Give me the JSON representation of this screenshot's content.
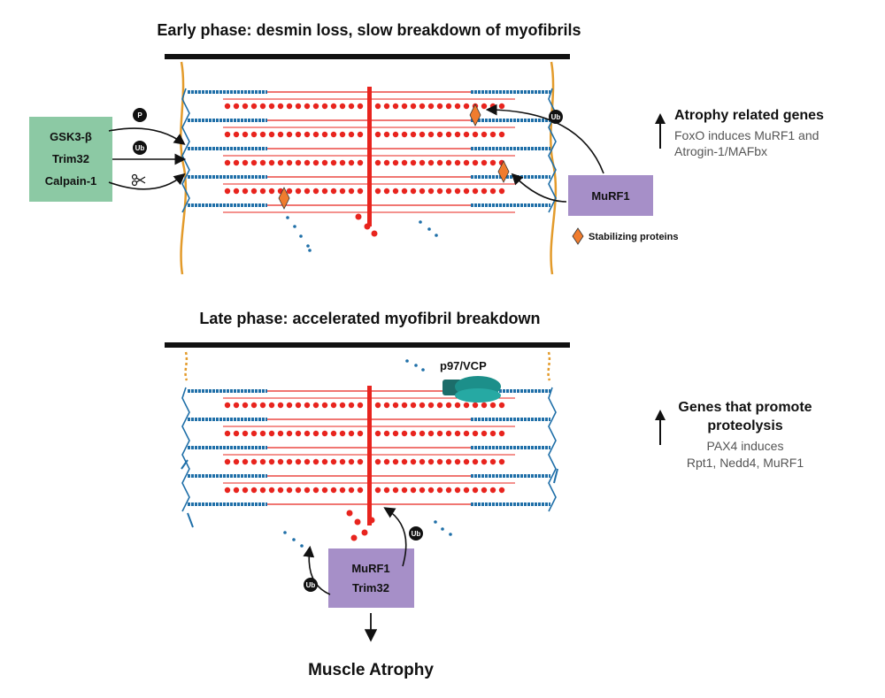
{
  "early": {
    "title": "Early phase: desmin loss, slow breakdown of myofibrils",
    "regulators": [
      "GSK3-β",
      "Trim32",
      "Calpain-1"
    ],
    "badges": {
      "phospho": "P",
      "ub": "Ub"
    },
    "murf1": "MuRF1",
    "legend": "Stabilizing proteins",
    "side_title": "Atrophy related genes",
    "side_lines": [
      "FoxO induces MuRF1 and",
      "Atrogin-1/MAFbx"
    ]
  },
  "late": {
    "title": "Late phase: accelerated myofibril breakdown",
    "p97": "p97/VCP",
    "box_lines": [
      "MuRF1",
      "Trim32"
    ],
    "badges": {
      "ub": "Ub"
    },
    "side_title_lines": [
      "Genes that promote",
      "proteolysis"
    ],
    "side_lines": [
      "PAX4 induces",
      "Rpt1, Nedd4, MuRF1"
    ],
    "outcome": "Muscle Atrophy"
  },
  "colors": {
    "actin": "#e8241e",
    "myosin": "#1f6fa8",
    "regulator_box": "#8cc9a4",
    "murf_box": "#a68fc8",
    "stabilizer": "#f07c2e",
    "desmin": "#e39b2b",
    "p97": "#1c8f8a"
  },
  "icons": {
    "scissors": "scissors-icon",
    "arrow": "up-arrow-icon"
  }
}
